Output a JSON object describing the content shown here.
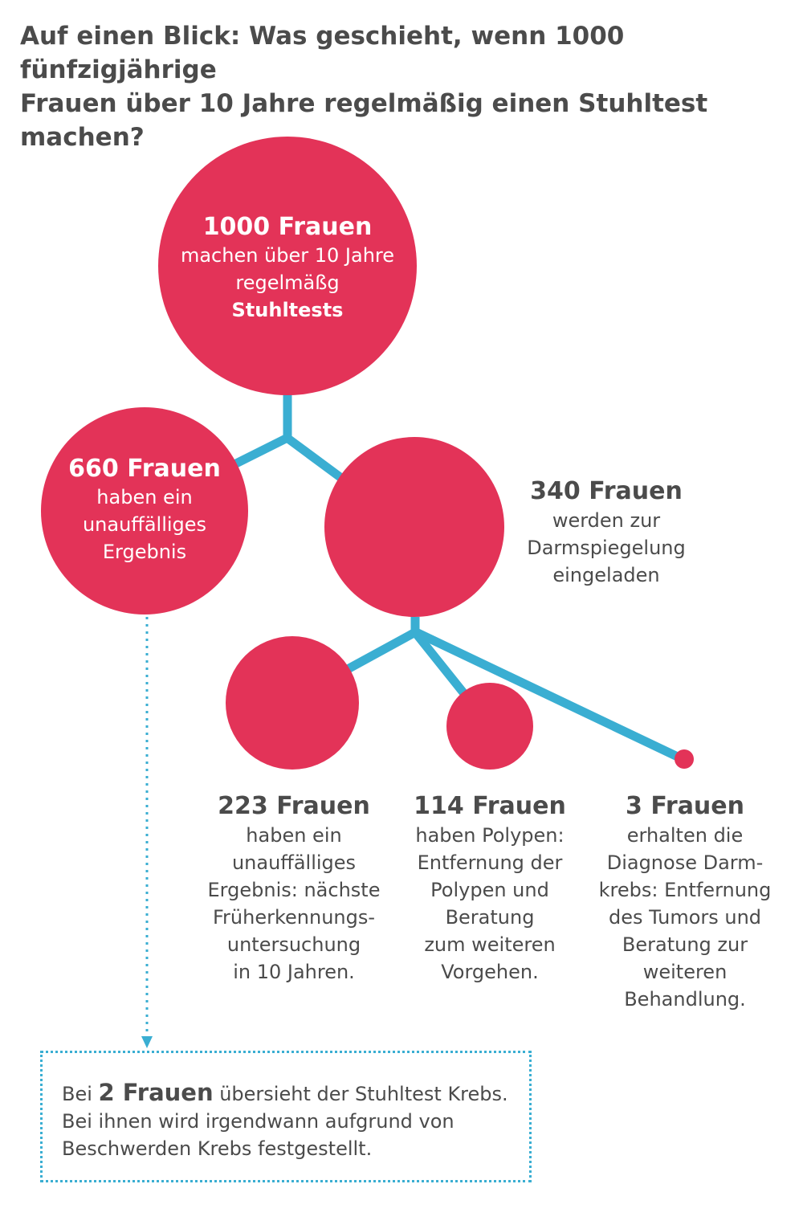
{
  "title": {
    "line1": "Auf einen Blick: Was geschieht, wenn 1000 fünfzigjährige",
    "line2": "Frauen über 10 Jahre regelmäßig einen Stuhltest machen?"
  },
  "colors": {
    "circle": "#e33358",
    "connector": "#3aaed2",
    "text": "#4b4b4b"
  },
  "root": {
    "count": "1000 Frauen",
    "line1": "machen über 10 Jahre",
    "line2": "regelmäßg",
    "line3": "Stuhltests"
  },
  "normal_result": {
    "count": "660 Frauen",
    "line1": "haben ein",
    "line2": "unauffälliges",
    "line3": "Ergebnis"
  },
  "colonoscopy": {
    "count": "340 Frauen",
    "line1": "werden zur",
    "line2": "Darmspiegelung",
    "line3": "eingeladen"
  },
  "outcomes": [
    {
      "count": "223 Frauen",
      "lines": [
        "haben ein",
        "unauffälliges",
        "Ergebnis: nächste",
        "Früherkennungs-",
        "untersuchung",
        "in 10 Jahren."
      ]
    },
    {
      "count": "114 Frauen",
      "lines": [
        "haben Polypen:",
        "Entfernung der",
        "Polypen und",
        "Beratung",
        "zum weiteren",
        "Vorgehen."
      ]
    },
    {
      "count": "3 Frauen",
      "lines": [
        "erhalten die",
        "Diagnose Darm-",
        "krebs: Entfernung",
        "des Tumors und",
        "Beratung zur",
        "weiteren",
        "Behandlung."
      ]
    }
  ],
  "missed": {
    "prefix": "Bei ",
    "count": "2 Frauen",
    "suffix": " übersieht der Stuhltest Krebs.",
    "line2": "Bei ihnen wird irgendwann aufgrund von",
    "line3": "Beschwerden Krebs festgestellt."
  }
}
